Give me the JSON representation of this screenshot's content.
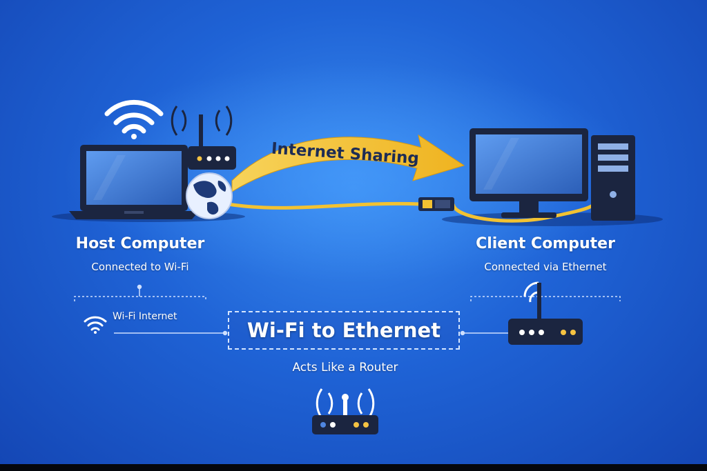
{
  "arrow_label": "Internet Sharing",
  "host": {
    "title": "Host Computer",
    "subtitle": "Connected to Wi-Fi",
    "connection_label": "Wi-Fi Internet"
  },
  "client": {
    "title": "Client Computer",
    "subtitle": "Connected via Ethernet"
  },
  "center": {
    "title": "Wi-Fi to Ethernet",
    "caption": "Acts Like a Router"
  },
  "colors": {
    "background": "#1f63d6",
    "arrow": "#f2c232",
    "cable": "#f2c232",
    "device_dark": "#1b2540",
    "screen": "#3e7fd8",
    "text": "#ffffff"
  },
  "icons": [
    "wifi-icon",
    "router-icon",
    "globe-icon",
    "laptop-icon",
    "desktop-monitor-icon",
    "pc-tower-icon",
    "ethernet-plug-icon"
  ]
}
